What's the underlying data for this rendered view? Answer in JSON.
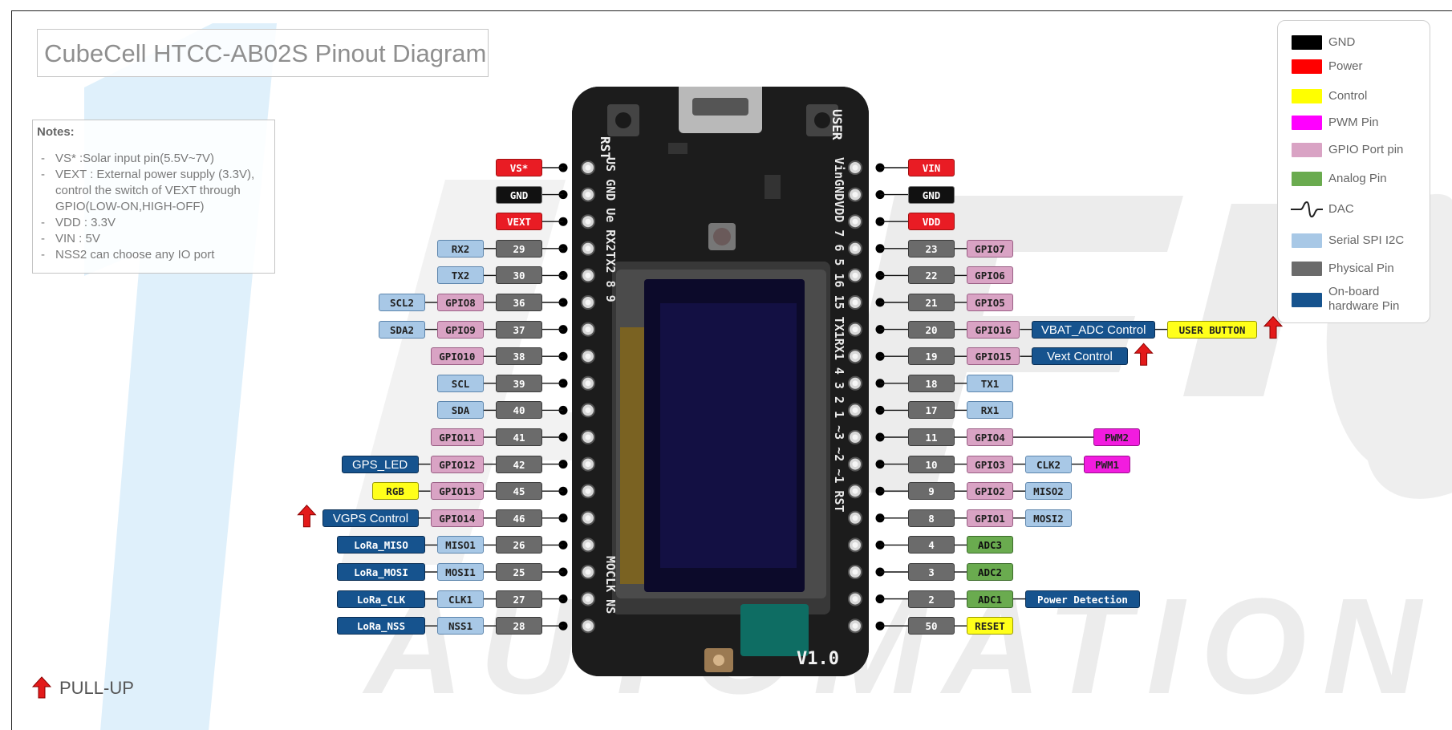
{
  "title": "CubeCell HTCC-AB02S Pinout Diagram",
  "notes": {
    "heading": "Notes:",
    "items": [
      "VS* :Solar input pin(5.5V~7V)",
      "VEXT : External power supply (3.3V), control the switch of VEXT through GPIO(LOW-ON,HIGH-OFF)",
      "VDD : 3.3V",
      "VIN : 5V",
      "NSS2 can choose any IO port"
    ]
  },
  "legend": [
    {
      "label": "GND",
      "color": "#000000"
    },
    {
      "label": "Power",
      "color": "#ff0000"
    },
    {
      "label": "Control",
      "color": "#ffff00"
    },
    {
      "label": "PWM Pin",
      "color": "#ff00ff"
    },
    {
      "label": "GPIO Port pin",
      "color": "#d9a3c4"
    },
    {
      "label": "Analog Pin",
      "color": "#6aab4f"
    },
    {
      "label": "DAC",
      "icon": "dac-wave-icon"
    },
    {
      "label": "Serial SPI I2C",
      "color": "#a8c8e6"
    },
    {
      "label": "Physical Pin",
      "color": "#6b6b6b"
    },
    {
      "label": "On-board hardware Pin",
      "color": "#16538e"
    }
  ],
  "pullup_note": "PULL-UP",
  "watermark_text": "HELTEC AUTOMATION",
  "board": {
    "button_rst": "RST",
    "button_user": "USER",
    "version": "V1.0",
    "silk_left": "US GND Ue RX2TX2 8 9",
    "silk_right": "VinGNDVDD 7 6 5 16 15 TX1RX1 4 3 2 1 ~3 ~2 ~1 RST",
    "silk_left_bottom": "MOCLK NS"
  },
  "left_pins": [
    {
      "labels": [
        {
          "text": "VS*",
          "type": "pwr"
        }
      ]
    },
    {
      "labels": [
        {
          "text": "GND",
          "type": "gnd"
        }
      ]
    },
    {
      "labels": [
        {
          "text": "VEXT",
          "type": "pwr"
        }
      ]
    },
    {
      "labels": [
        {
          "text": "29",
          "type": "phy"
        },
        {
          "text": "RX2",
          "type": "ser"
        }
      ]
    },
    {
      "labels": [
        {
          "text": "30",
          "type": "phy"
        },
        {
          "text": "TX2",
          "type": "ser"
        }
      ]
    },
    {
      "labels": [
        {
          "text": "36",
          "type": "phy"
        },
        {
          "text": "GPIO8",
          "type": "gpio"
        },
        {
          "text": "SCL2",
          "type": "ser"
        }
      ]
    },
    {
      "labels": [
        {
          "text": "37",
          "type": "phy"
        },
        {
          "text": "GPIO9",
          "type": "gpio"
        },
        {
          "text": "SDA2",
          "type": "ser"
        }
      ]
    },
    {
      "labels": [
        {
          "text": "38",
          "type": "phy"
        },
        {
          "text": "GPIO10",
          "type": "gpio"
        }
      ]
    },
    {
      "labels": [
        {
          "text": "39",
          "type": "phy"
        },
        {
          "text": "SCL",
          "type": "ser"
        }
      ]
    },
    {
      "labels": [
        {
          "text": "40",
          "type": "phy"
        },
        {
          "text": "SDA",
          "type": "ser"
        }
      ]
    },
    {
      "labels": [
        {
          "text": "41",
          "type": "phy"
        },
        {
          "text": "GPIO11",
          "type": "gpio"
        }
      ]
    },
    {
      "labels": [
        {
          "text": "42",
          "type": "phy"
        },
        {
          "text": "GPIO12",
          "type": "gpio"
        },
        {
          "text": "GPS_LED",
          "type": "hw",
          "wide": true
        }
      ]
    },
    {
      "labels": [
        {
          "text": "45",
          "type": "phy"
        },
        {
          "text": "GPIO13",
          "type": "gpio"
        },
        {
          "text": "RGB",
          "type": "ctl"
        }
      ]
    },
    {
      "labels": [
        {
          "text": "46",
          "type": "phy"
        },
        {
          "text": "GPIO14",
          "type": "gpio"
        },
        {
          "text": "VGPS Control",
          "type": "hw",
          "wide": true
        }
      ],
      "pullup": true
    },
    {
      "labels": [
        {
          "text": "26",
          "type": "phy"
        },
        {
          "text": "MISO1",
          "type": "ser"
        },
        {
          "text": "LoRa_MISO",
          "type": "hw"
        }
      ]
    },
    {
      "labels": [
        {
          "text": "25",
          "type": "phy"
        },
        {
          "text": "MOSI1",
          "type": "ser"
        },
        {
          "text": "LoRa_MOSI",
          "type": "hw"
        }
      ]
    },
    {
      "labels": [
        {
          "text": "27",
          "type": "phy"
        },
        {
          "text": "CLK1",
          "type": "ser"
        },
        {
          "text": "LoRa_CLK",
          "type": "hw"
        }
      ]
    },
    {
      "labels": [
        {
          "text": "28",
          "type": "phy"
        },
        {
          "text": "NSS1",
          "type": "ser"
        },
        {
          "text": "LoRa_NSS",
          "type": "hw"
        }
      ]
    }
  ],
  "right_pins": [
    {
      "labels": [
        {
          "text": "VIN",
          "type": "pwr"
        }
      ]
    },
    {
      "labels": [
        {
          "text": "GND",
          "type": "gnd"
        }
      ]
    },
    {
      "labels": [
        {
          "text": "VDD",
          "type": "pwr"
        }
      ]
    },
    {
      "labels": [
        {
          "text": "23",
          "type": "phy"
        },
        {
          "text": "GPIO7",
          "type": "gpio"
        }
      ]
    },
    {
      "labels": [
        {
          "text": "22",
          "type": "phy"
        },
        {
          "text": "GPIO6",
          "type": "gpio"
        }
      ]
    },
    {
      "labels": [
        {
          "text": "21",
          "type": "phy"
        },
        {
          "text": "GPIO5",
          "type": "gpio"
        }
      ]
    },
    {
      "labels": [
        {
          "text": "20",
          "type": "phy"
        },
        {
          "text": "GPIO16",
          "type": "gpio"
        },
        {
          "text": "VBAT_ADC Control",
          "type": "hw",
          "wide": true
        },
        {
          "text": "USER BUTTON",
          "type": "ctl"
        }
      ],
      "pullup": true
    },
    {
      "labels": [
        {
          "text": "19",
          "type": "phy"
        },
        {
          "text": "GPIO15",
          "type": "gpio"
        },
        {
          "text": "Vext Control",
          "type": "hw",
          "wide": true
        }
      ],
      "pullup": true
    },
    {
      "labels": [
        {
          "text": "18",
          "type": "phy"
        },
        {
          "text": "TX1",
          "type": "ser"
        }
      ]
    },
    {
      "labels": [
        {
          "text": "17",
          "type": "phy"
        },
        {
          "text": "RX1",
          "type": "ser"
        }
      ]
    },
    {
      "labels": [
        {
          "text": "11",
          "type": "phy"
        },
        {
          "text": "GPIO4",
          "type": "gpio"
        },
        {
          "text": "PWM2",
          "type": "pwm"
        }
      ]
    },
    {
      "labels": [
        {
          "text": "10",
          "type": "phy"
        },
        {
          "text": "GPIO3",
          "type": "gpio"
        },
        {
          "text": "CLK2",
          "type": "ser"
        },
        {
          "text": "PWM1",
          "type": "pwm"
        }
      ]
    },
    {
      "labels": [
        {
          "text": "9",
          "type": "phy"
        },
        {
          "text": "GPIO2",
          "type": "gpio"
        },
        {
          "text": "MISO2",
          "type": "ser"
        }
      ]
    },
    {
      "labels": [
        {
          "text": "8",
          "type": "phy"
        },
        {
          "text": "GPIO1",
          "type": "gpio"
        },
        {
          "text": "MOSI2",
          "type": "ser"
        }
      ]
    },
    {
      "labels": [
        {
          "text": "4",
          "type": "phy"
        },
        {
          "text": "ADC3",
          "type": "ana"
        }
      ]
    },
    {
      "labels": [
        {
          "text": "3",
          "type": "phy"
        },
        {
          "text": "ADC2",
          "type": "ana"
        }
      ]
    },
    {
      "labels": [
        {
          "text": "2",
          "type": "phy"
        },
        {
          "text": "ADC1",
          "type": "ana"
        },
        {
          "text": "Power Detection",
          "type": "hw"
        }
      ]
    },
    {
      "labels": [
        {
          "text": "50",
          "type": "phy"
        },
        {
          "text": "RESET",
          "type": "ctl"
        }
      ]
    }
  ]
}
